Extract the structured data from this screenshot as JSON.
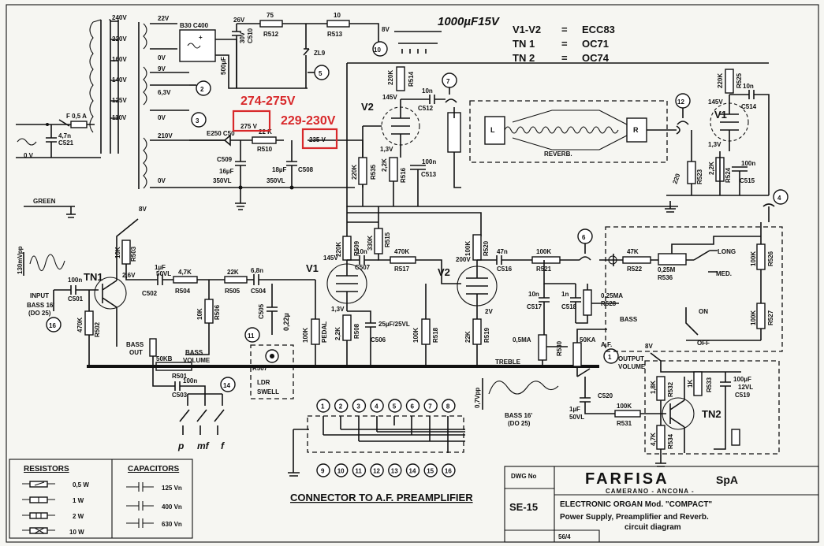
{
  "annotations": {
    "cap_note": "1000µF15V",
    "tube_types": [
      "V1-V2",
      "=",
      "ECC83"
    ],
    "tn1_type": [
      "TN 1",
      "=",
      "OC71"
    ],
    "tn2_type": [
      "TN 2",
      "=",
      "OC74"
    ],
    "red_voltage_1": "274-275V",
    "red_voltage_2": "229-230V"
  },
  "power_supply": {
    "taps": [
      "240V",
      "220V",
      "160V",
      "140V",
      "125V",
      "110V"
    ],
    "secondary": [
      "22V",
      "0V",
      "9V",
      "6,3V",
      "0V",
      "210V",
      "0V"
    ],
    "fuse": "F 0,5 A",
    "c521": [
      "4,7n",
      "C521"
    ],
    "rectifier": "B30 C400",
    "c510": [
      "26V",
      "500µF",
      "30V",
      "C510"
    ],
    "r512": [
      "75",
      "R512"
    ],
    "r513": [
      "10",
      "R513"
    ],
    "v8": "8V",
    "zl9": "ZL9",
    "e250": "E250 C50",
    "v275": "275 V",
    "v235": "235 V",
    "r510": [
      "22 K",
      "R510"
    ],
    "c509": [
      "C509",
      "16µF",
      "350VL"
    ],
    "c508": [
      "18µF",
      "C508",
      "350VL"
    ]
  },
  "stages": {
    "v2_top": [
      "V2",
      "145V",
      "220K",
      "R514",
      "10n",
      "C512",
      "1,3V",
      "2,2K",
      "R516",
      "100n",
      "C513",
      "220K",
      "R535"
    ],
    "v1_top": [
      "V1",
      "145V",
      "220K",
      "R525",
      "10n",
      "C514",
      "1,3V",
      "2,2K",
      "R524",
      "100n",
      "C515",
      "R523",
      "220"
    ],
    "reverb": [
      "L",
      "R",
      "REVERB."
    ],
    "input": [
      "130mVpp",
      "INPUT",
      "BASS 16'",
      "(DO 25)",
      "100n",
      "C501",
      "TN1",
      "8V",
      "10K",
      "R503",
      "2,6V",
      "470K",
      "R502",
      "1µF",
      "50VL",
      "C502",
      "4,7K",
      "R504",
      "10K",
      "R506",
      "22K",
      "R505",
      "6,8n",
      "C504",
      "BASS",
      "OUT",
      "BASS",
      "VOLUME",
      "50KB",
      "R501",
      "100n",
      "C503",
      "C505",
      "0,22µ",
      "100K",
      "R507",
      "LDR",
      "SWELL",
      "PEDAL"
    ],
    "green": "GREEN",
    "v1_mid": [
      "V1",
      "145V",
      "220K",
      "R509",
      "10n",
      "C507",
      "330K",
      "R515",
      "470K",
      "R517",
      "1,3V",
      "2,2K",
      "R508",
      "25µF/25VL",
      "C506",
      "100K",
      "R518"
    ],
    "v2_mid": [
      "V2",
      "200V",
      "100K",
      "R520",
      "47n",
      "C516",
      "100K",
      "R521",
      "2V",
      "22K",
      "R519",
      "10n",
      "C517",
      "1n",
      "C518",
      "0,25MA",
      "R528",
      "BASS",
      "0,5MA",
      "R530",
      "TREBLE",
      "50KA",
      "A.F.",
      "OUTPUT",
      "VOLUME"
    ],
    "tone_box": [
      "47K",
      "R522",
      "0,25M",
      "R536",
      "LONG",
      "MED.",
      "ON",
      "OFF",
      "100K",
      "R526",
      "100K",
      "R527"
    ],
    "output": [
      "0,7Vpp",
      "BASS 16'",
      "(DO 25)",
      "1µF",
      "50VL",
      "C520",
      "100K",
      "R531",
      "TN2",
      "8V",
      "1,8K",
      "R532",
      "1K",
      "R533",
      "100µF",
      "12VL",
      "C519",
      "4,7K",
      "R534"
    ],
    "pedal_marks": [
      "p",
      "mf",
      "f"
    ]
  },
  "nodes": [
    "1",
    "2",
    "3",
    "4",
    "5",
    "6",
    "7",
    "8",
    "9",
    "10",
    "11",
    "12",
    "13",
    "14",
    "15",
    "16"
  ],
  "connector": {
    "top": [
      "1",
      "2",
      "3",
      "4",
      "5",
      "6",
      "7",
      "8"
    ],
    "bottom": [
      "9",
      "10",
      "11",
      "12",
      "13",
      "14",
      "15",
      "16"
    ],
    "label": "CONNECTOR TO A.F. PREAMPLIFIER"
  },
  "legend": {
    "resistors_title": "RESISTORS",
    "resistors": [
      "0,5 W",
      "1 W",
      "2 W",
      "10 W"
    ],
    "capacitors_title": "CAPACITORS",
    "capacitors": [
      "125 Vn",
      "400 Vn",
      "630 Vn"
    ]
  },
  "title_block": {
    "dwg_no_label": "DWG No",
    "dwg_no": "SE-15",
    "company": "FARFISA",
    "company_suffix": "SpA",
    "location": "CAMERANO - ANCONA -",
    "line1": "ELECTRONIC ORGAN Mod. \"COMPACT\"",
    "line2": "Power Supply, Preamplifier and Reverb.",
    "line3": "circuit diagram",
    "sheet": "56/4"
  }
}
